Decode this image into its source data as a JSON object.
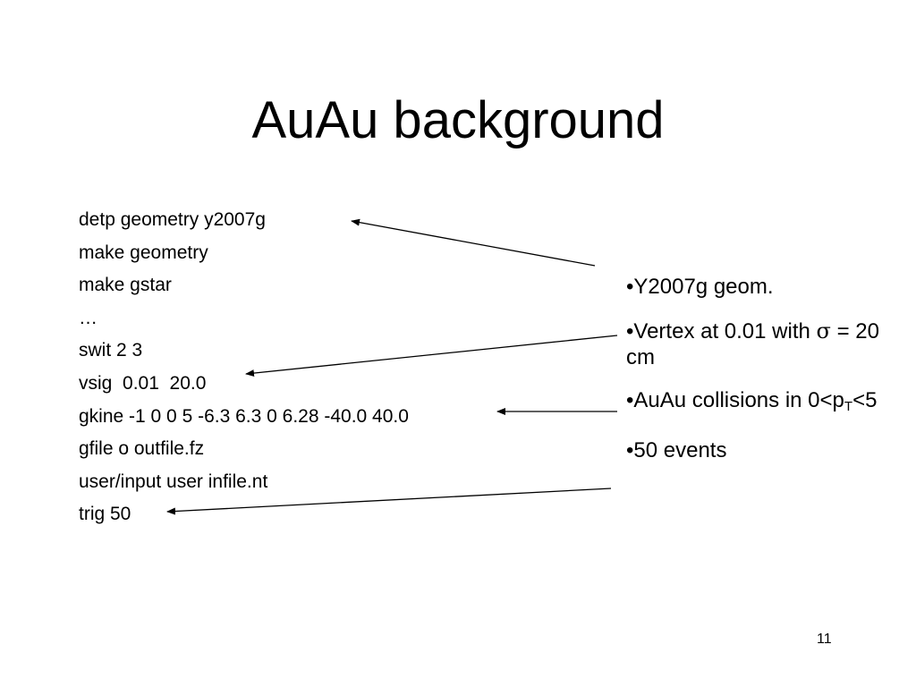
{
  "slide": {
    "title": "AuAu background",
    "commands": [
      "detp geometry y2007g",
      "make geometry",
      "make gstar",
      "…",
      "swit 2 3",
      "vsig  0.01  20.0",
      "gkine -1 0 0 5 -6.3 6.3 0 6.28 -40.0 40.0",
      "gfile o outfile.fz",
      "user/input user infile.nt",
      "trig 50"
    ],
    "notes": {
      "geom": "•Y2007g geom.",
      "vertex_a": "•Vertex at 0.01 with ",
      "vertex_sigma": "σ",
      "vertex_b": " = 20 cm",
      "collisions_a": "•AuAu collisions in 0<p",
      "collisions_sub": "T",
      "collisions_b": "<5",
      "events": "•50 events"
    },
    "page_number": "11"
  }
}
